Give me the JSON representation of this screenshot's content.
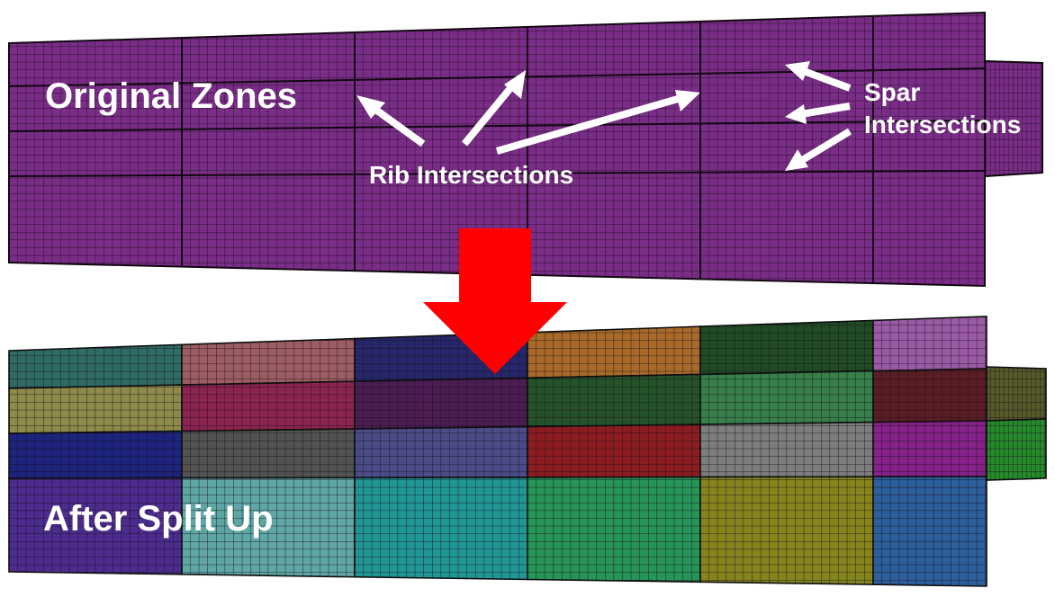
{
  "labels": {
    "original_zones": "Original Zones",
    "after_split": "After Split Up",
    "rib_intersections": "Rib Intersections",
    "spar_line1": "Spar",
    "spar_line2": "Intersections"
  },
  "colors": {
    "original_zone": "#7a2d86",
    "mesh_line": "#1a0c1d",
    "down_arrow": "#ff0000",
    "annotation_arrow": "#ffffff",
    "split_zones": [
      [
        "#2f6b65",
        "#9b5d61",
        "#26276a",
        "#a86a28",
        "#1f4a24",
        "#9a5aa4"
      ],
      [
        "#8d8a4a",
        "#8c2450",
        "#4c1d52",
        "#24532a",
        "#37804a",
        "#5a1d24"
      ],
      [
        "#1c247c",
        "#505352",
        "#4b4c87",
        "#8b1d20",
        "#7d7d7d",
        "#86228a"
      ],
      [
        "#4c2c8c",
        "#5ea7a4",
        "#209795",
        "#279558",
        "#85851e",
        "#2d5f9c"
      ]
    ],
    "tip_zones": [
      "#555a28",
      "#258a2a"
    ]
  }
}
